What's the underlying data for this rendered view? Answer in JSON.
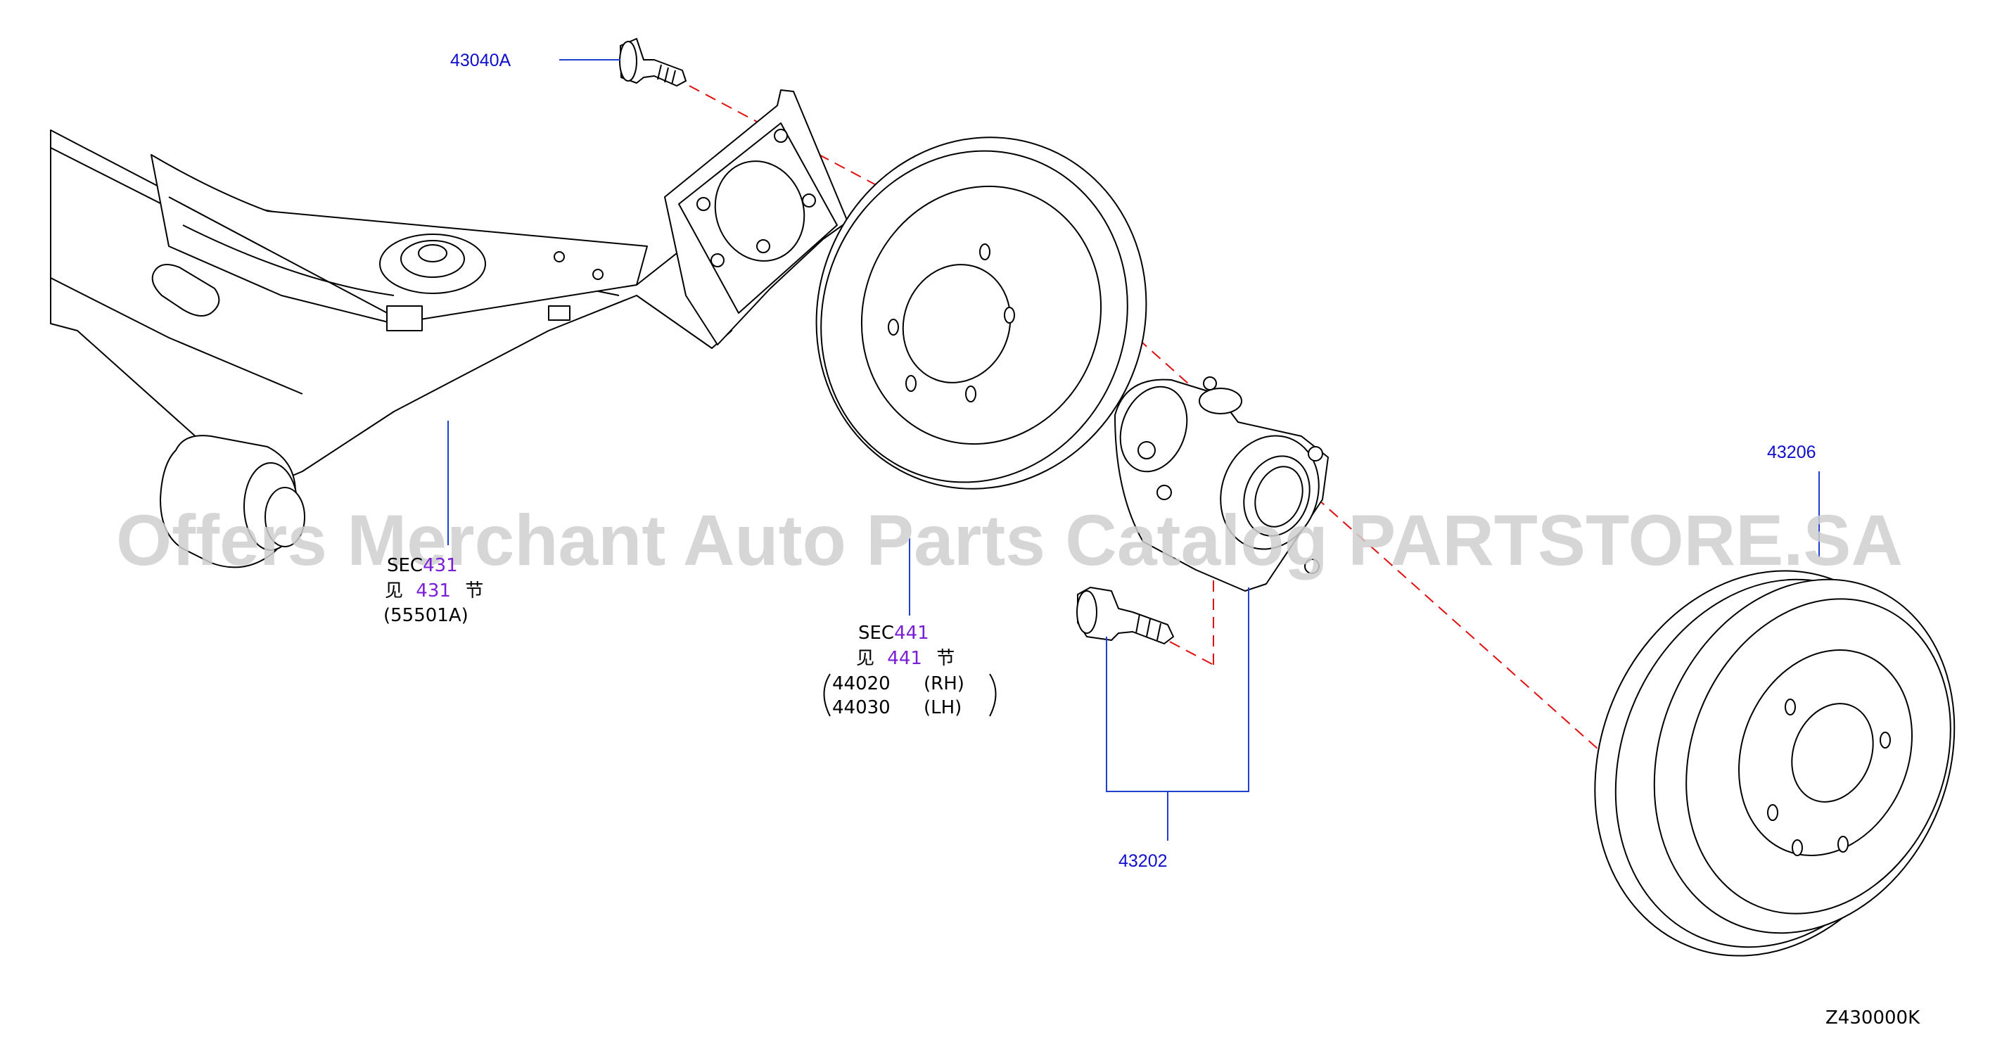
{
  "part_numbers": {
    "bolt_top": "43040A",
    "drum": "43206",
    "hub_bolts": "43202"
  },
  "references": {
    "axle": {
      "sec_prefix": "SEC",
      "sec_number": "431",
      "jian": "见",
      "jie": "节",
      "part": "(55501A)"
    },
    "backplate": {
      "sec_prefix": "SEC",
      "sec_number": "441",
      "jian": "见",
      "jie": "节",
      "rows": [
        {
          "part": "44020",
          "side": "(RH)"
        },
        {
          "part": "44030",
          "side": "(LH)"
        }
      ]
    }
  },
  "diagram_code": "Z430000K",
  "watermark": "Offers Merchant Auto Parts Catalog PARTSTORE.SA",
  "colors": {
    "part_number": "#1010cc",
    "section_number": "#7a1fd6",
    "leader": "#1f3fd0",
    "dashed_axis": "#e01010"
  }
}
